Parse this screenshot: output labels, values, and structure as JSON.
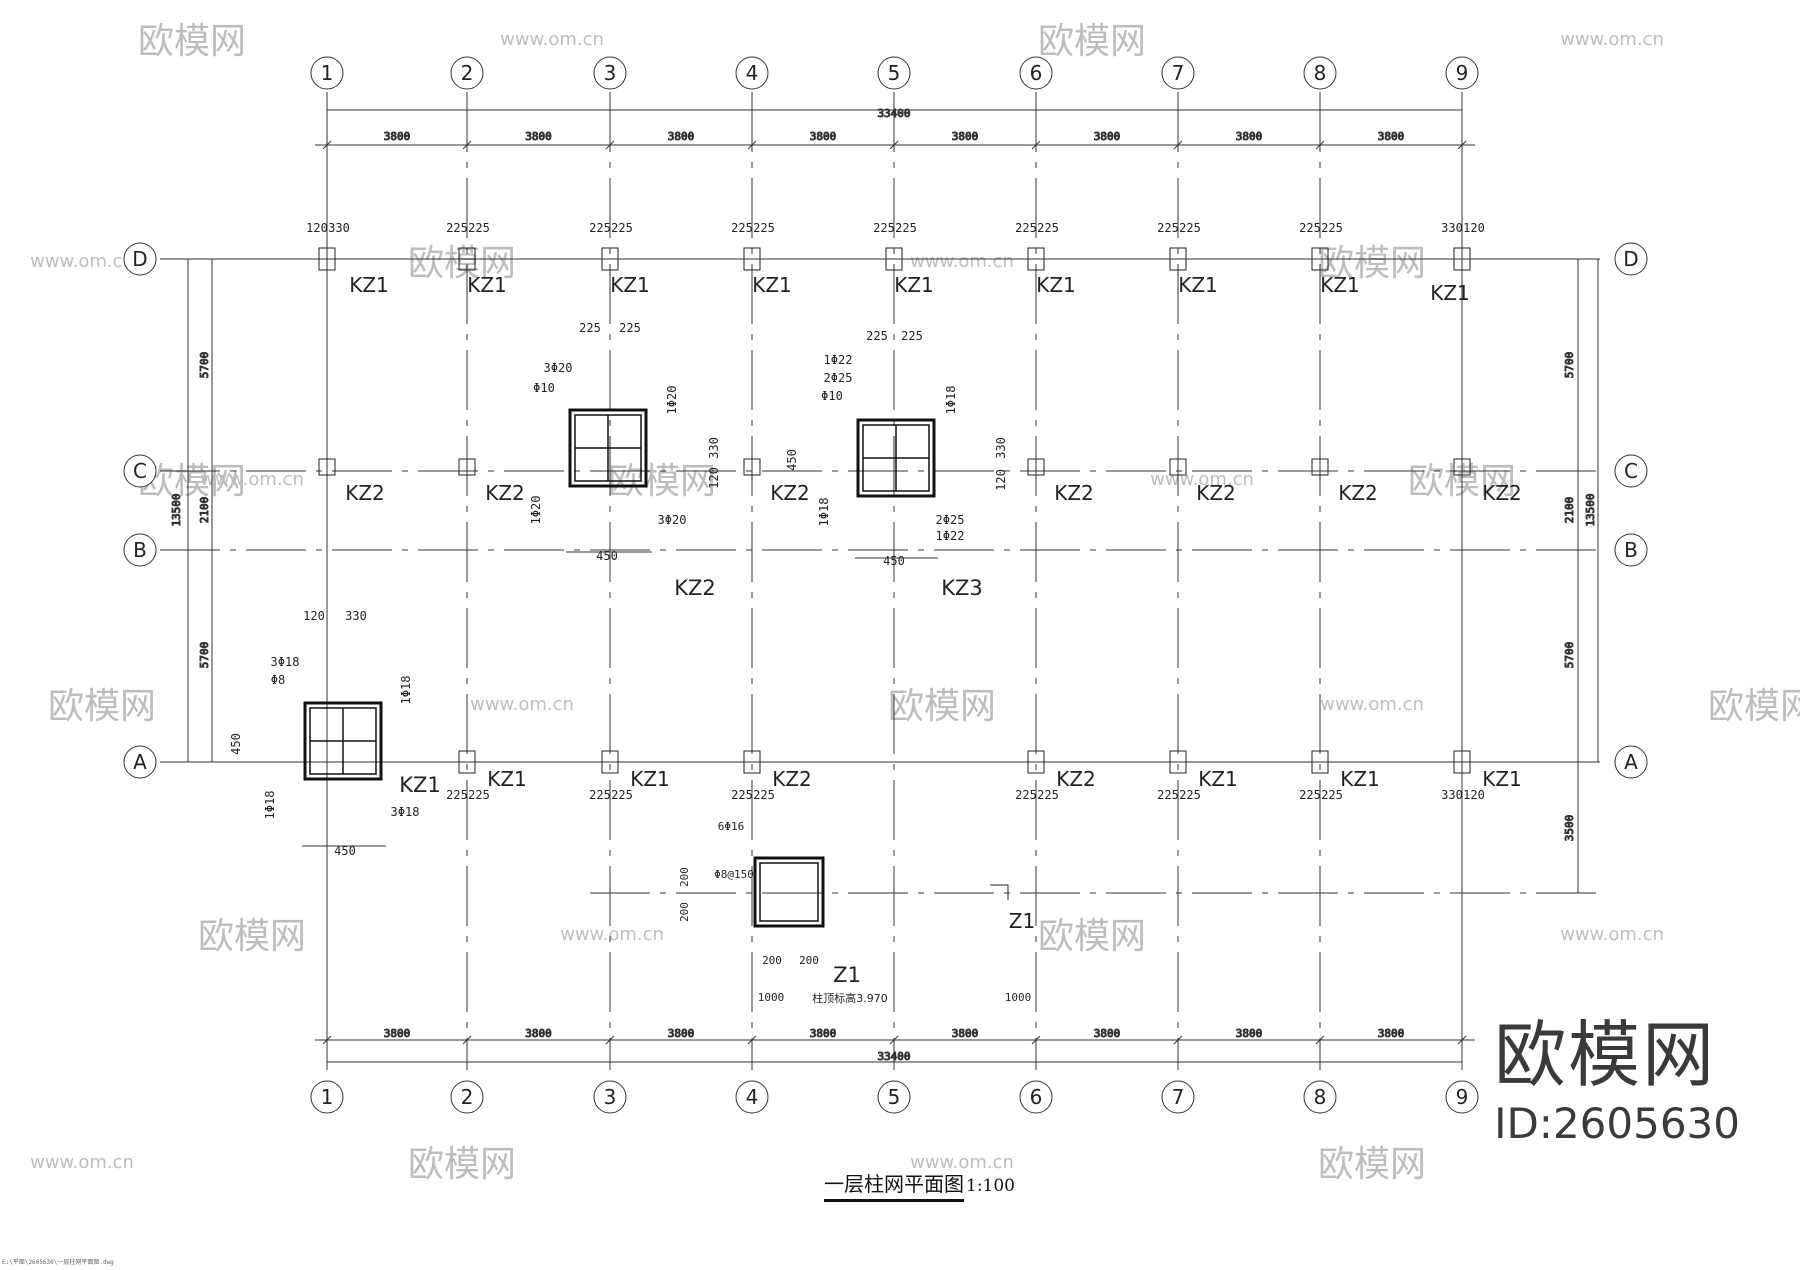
{
  "drawing": {
    "title": "一层柱网平面图",
    "scale": "1:100",
    "axes_numeric": [
      "1",
      "2",
      "3",
      "4",
      "5",
      "6",
      "7",
      "8",
      "9"
    ],
    "axes_alpha": [
      "D",
      "C",
      "B",
      "A"
    ],
    "total_width": "33400",
    "bay_width": "3800",
    "total_depth": "13500",
    "vertical_dims": [
      "5700",
      "2100",
      "5700"
    ],
    "vertical_dims_right": [
      "5700",
      "2100",
      "5700",
      "3500"
    ],
    "col_offsets": {
      "a": "120",
      "b": "330",
      "c": "225"
    },
    "columns_row_D": [
      "KZ1",
      "KZ1",
      "KZ1",
      "KZ1",
      "KZ1",
      "KZ1",
      "KZ1",
      "KZ1",
      "KZ1"
    ],
    "columns_row_C": [
      "KZ2",
      "KZ2",
      "KZ2",
      "KZ2",
      "KZ2",
      "KZ2",
      "KZ2"
    ],
    "columns_row_A": [
      "KZ1",
      "KZ1",
      "KZ2",
      "KZ2",
      "KZ1",
      "KZ1",
      "KZ1"
    ],
    "column_Z1": "Z1",
    "detail_KZ1": {
      "name": "KZ1",
      "dim_a": "120",
      "dim_b": "330",
      "size": "450",
      "rebar_top": "3Φ18",
      "stirrup": "Φ8",
      "rebar_side_r": "1Φ18",
      "rebar_side_l": "1Φ18",
      "rebar_bottom": "3Φ18"
    },
    "detail_KZ2": {
      "name": "KZ2",
      "dim": "225",
      "size": "450",
      "h1": "330",
      "h2": "120",
      "rebar_top": "3Φ20",
      "stirrup": "Φ10",
      "rebar_side_r": "1Φ20",
      "rebar_side_l": "1Φ20",
      "rebar_bottom": "3Φ20"
    },
    "detail_KZ3": {
      "name": "KZ3",
      "dim": "225",
      "size": "450",
      "h1": "330",
      "h2": "120",
      "rebar_1": "1Φ22",
      "rebar_2": "2Φ25",
      "stirrup": "Φ10",
      "rebar_side_r": "1Φ18",
      "rebar_side_l": "1Φ18",
      "rebar_3": "2Φ25",
      "rebar_4": "1Φ22"
    },
    "detail_Z1": {
      "name": "Z1",
      "rebar": "6Φ16",
      "stirrup": "Φ8@150",
      "dim": "200",
      "d1000": "1000",
      "elev": "柱顶标高3.970"
    }
  },
  "branding": {
    "logo_text": "欧模网",
    "id_text": "ID:2605630",
    "watermark_text": "欧模网",
    "watermark_url": "www.om.cn"
  },
  "footer_path": "E:\\平面\\2605630\\一层柱网平面图.dwg"
}
